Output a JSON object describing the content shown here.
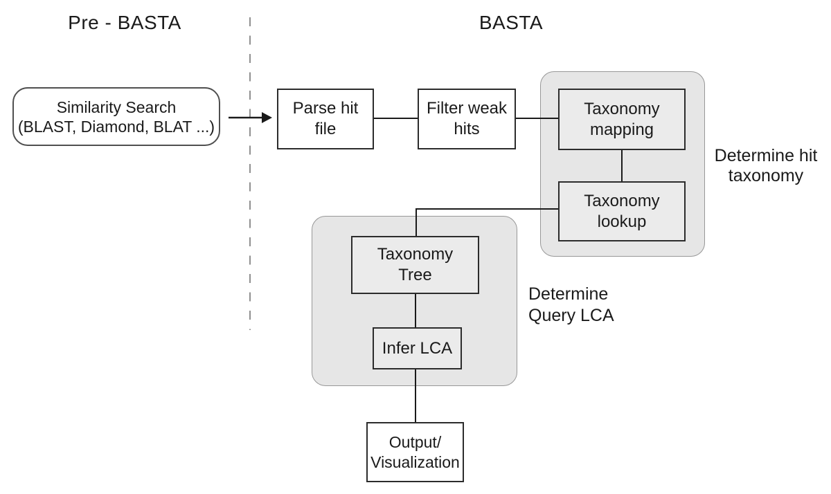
{
  "titles": {
    "pre": "Pre - BASTA",
    "main": "BASTA"
  },
  "nodes": {
    "similarity_search": {
      "lines": [
        "Similarity Search",
        "(BLAST, Diamond, BLAT ...)"
      ]
    },
    "parse_hit_file": {
      "lines": [
        "Parse hit",
        "file"
      ]
    },
    "filter_weak_hits": {
      "lines": [
        "Filter weak",
        "hits"
      ]
    },
    "taxonomy_mapping": {
      "lines": [
        "Taxonomy",
        "mapping"
      ]
    },
    "taxonomy_lookup": {
      "lines": [
        "Taxonomy",
        "lookup"
      ]
    },
    "taxonomy_tree": {
      "lines": [
        "Taxonomy",
        "Tree"
      ]
    },
    "infer_lca": {
      "lines": [
        "Infer LCA"
      ]
    },
    "output_visualization": {
      "lines": [
        "Output/",
        "Visualization"
      ]
    }
  },
  "annotations": {
    "determine_hit_taxonomy": {
      "lines": [
        "Determine hit",
        "taxonomy"
      ]
    },
    "determine_query_lca": {
      "lines": [
        "Determine",
        "Query LCA"
      ]
    }
  },
  "colors": {
    "text": "#1a1a1a",
    "connector_line": "#1a1a1a",
    "box_border": "#2b2b2b",
    "rounded_box_border": "#4f4f4f",
    "container_fill": "#e6e6e6",
    "container_border": "#979797",
    "inner_box_fill": "#ebebeb",
    "dashed_divider": "#8f8f8f"
  }
}
